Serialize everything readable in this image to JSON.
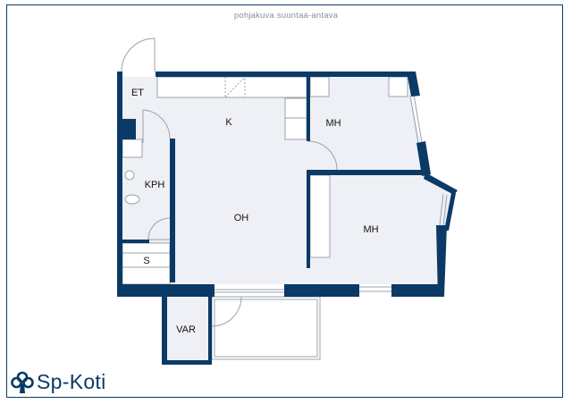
{
  "title": "pohjakuva  suuntaa-antava",
  "rooms": {
    "et": "ET",
    "k": "K",
    "mh1": "MH",
    "kph": "KPH",
    "oh": "OH",
    "mh2": "MH",
    "s": "S",
    "var": "VAR"
  },
  "logo": {
    "text": "Sp-Koti"
  },
  "colors": {
    "wall": "#0b3a66",
    "floor": "#eef0f5",
    "line": "#9aa3ad"
  }
}
